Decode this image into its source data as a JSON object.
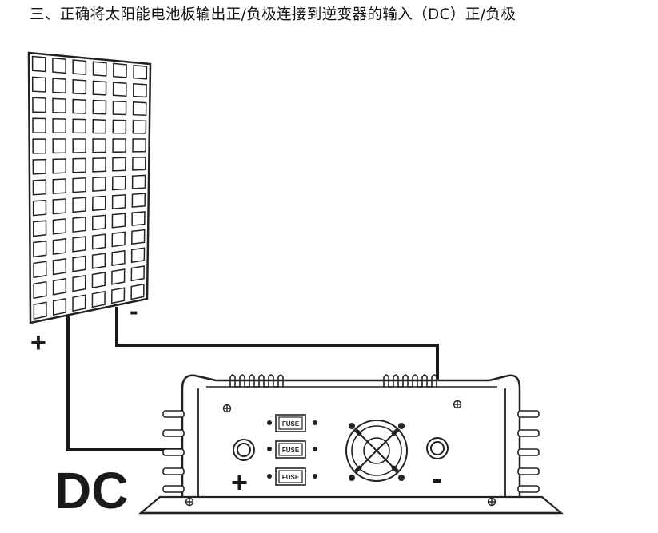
{
  "title": "三、正确将太阳能电池板输出正/负极连接到逆变器的输入（DC）正/负极",
  "labels": {
    "panel_plus": "+",
    "panel_minus": "-",
    "dc": "DC",
    "inverter_plus": "+",
    "inverter_minus": "-",
    "fuse": "FUSE"
  }
}
